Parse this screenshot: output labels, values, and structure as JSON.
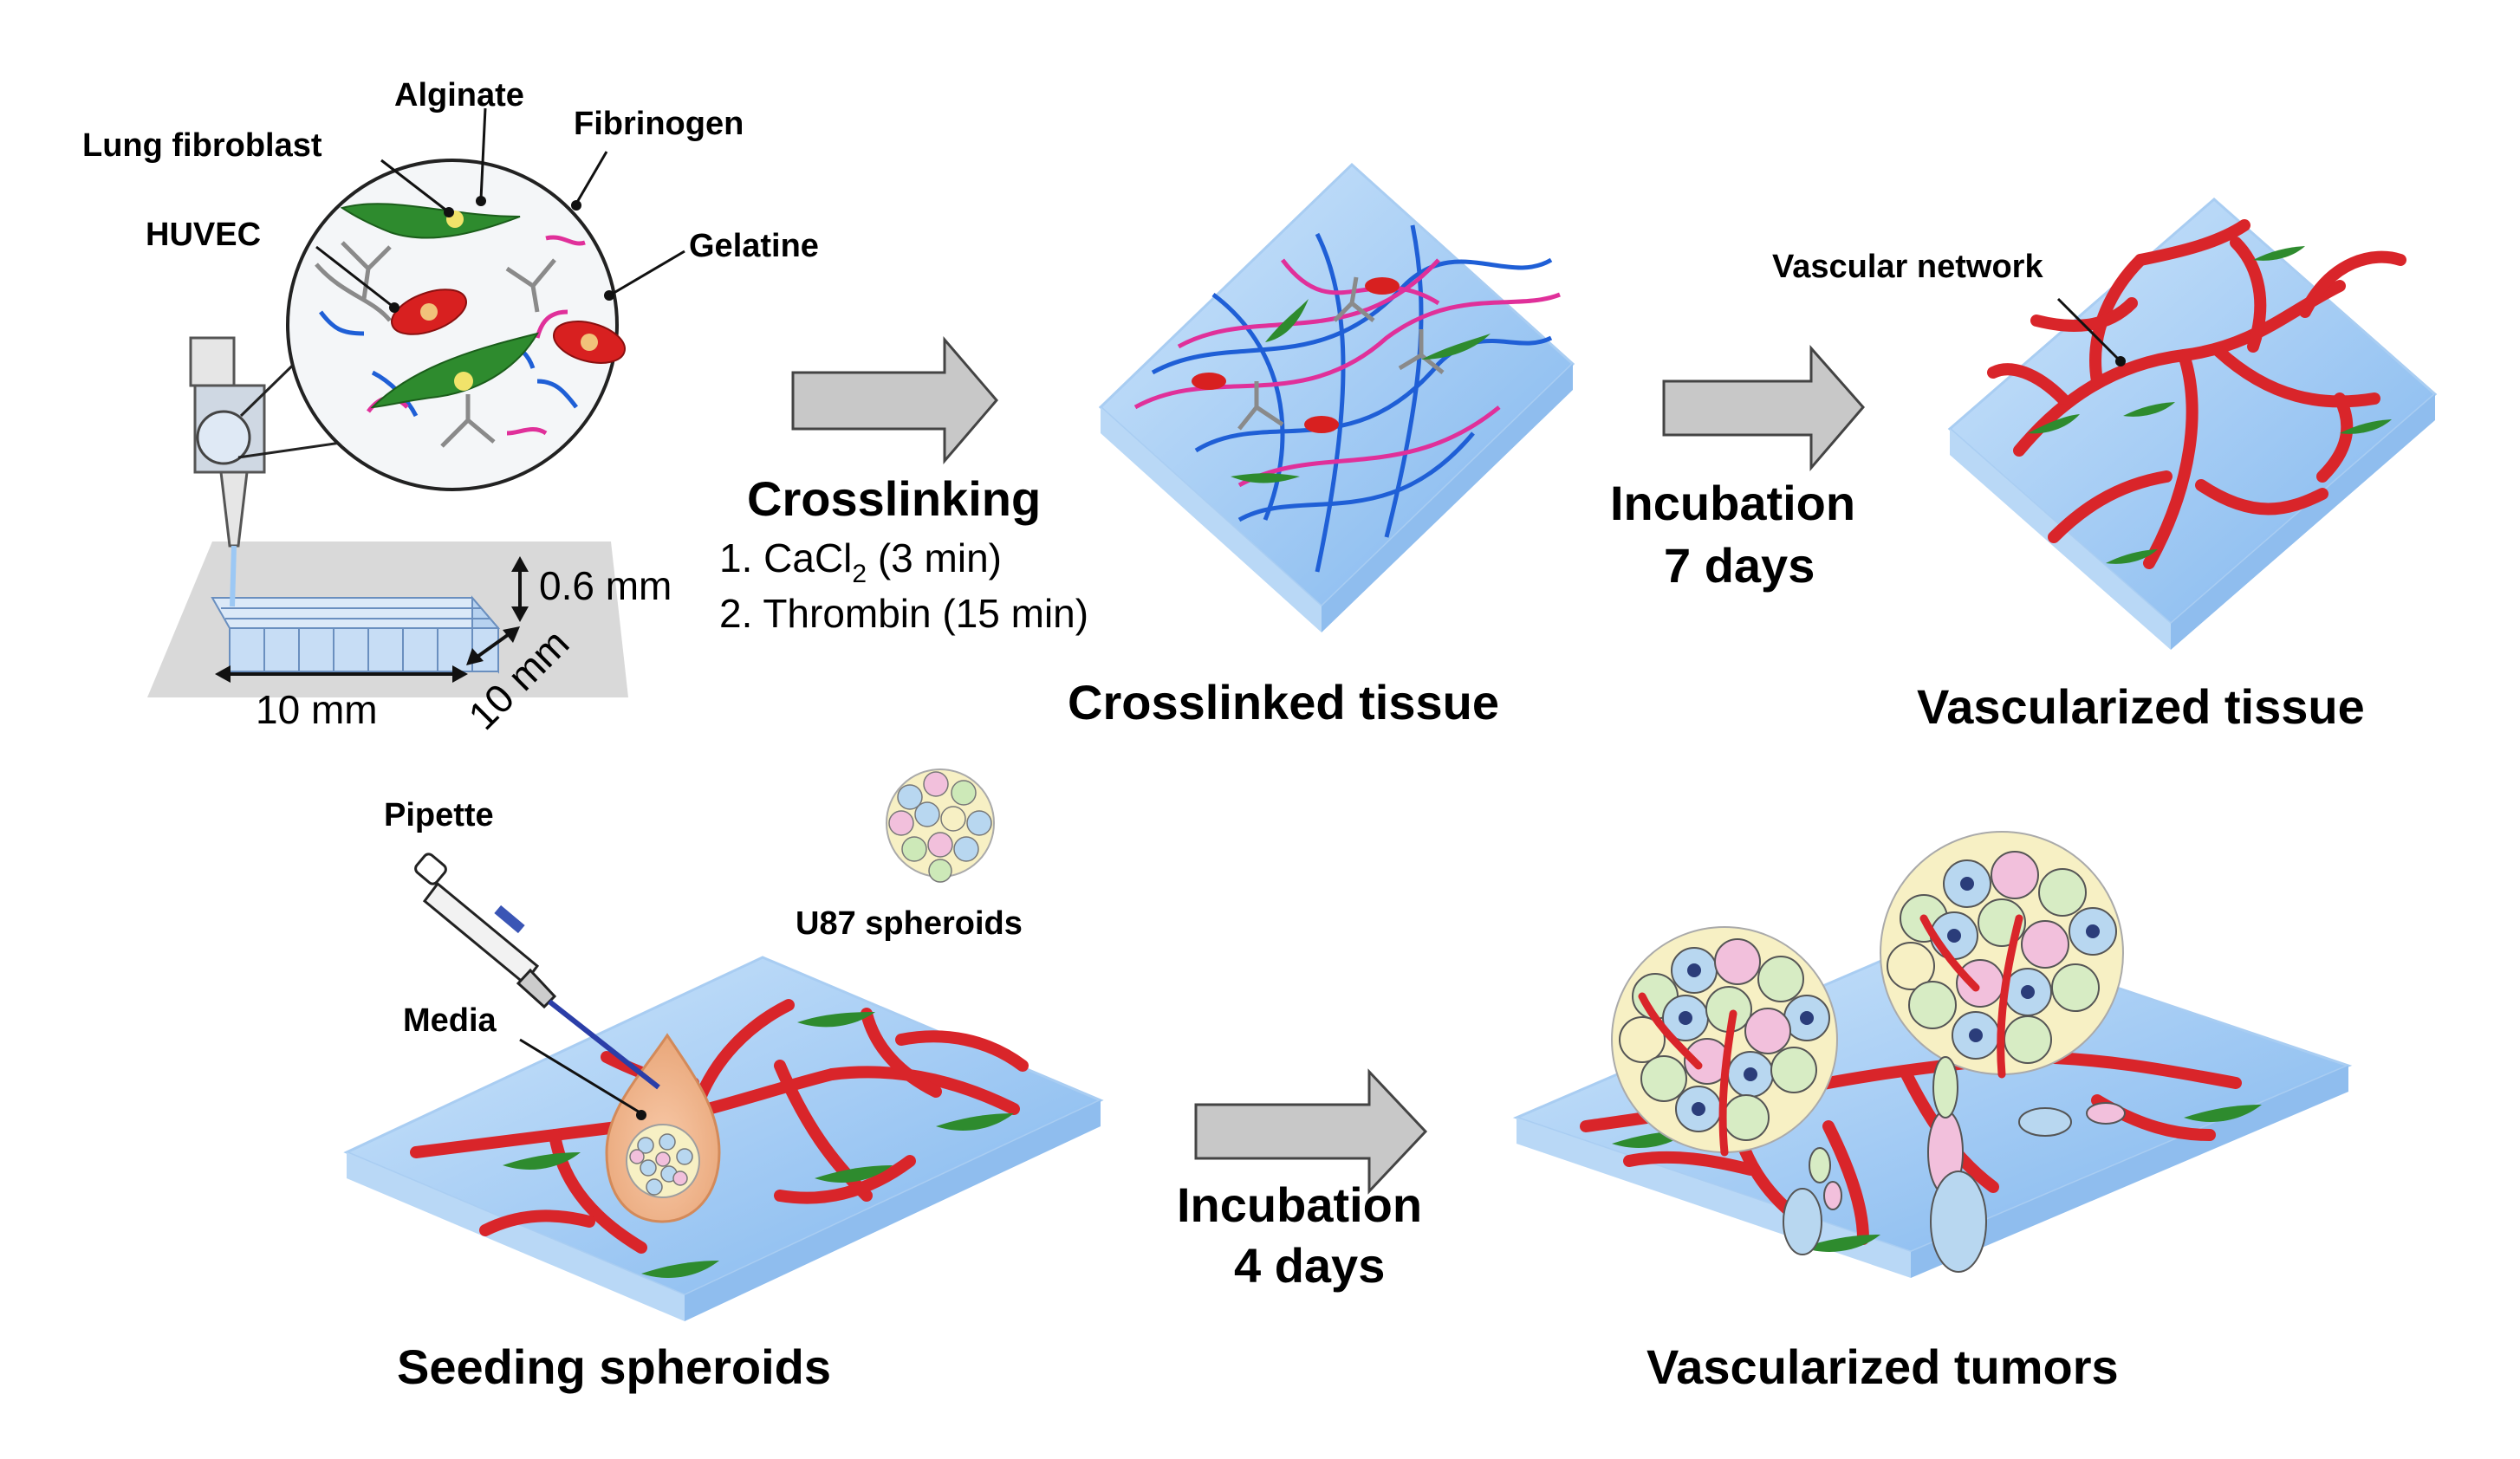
{
  "labels": {
    "alginate": "Alginate",
    "lung_fibroblast": "Lung fibroblast",
    "fibrinogen": "Fibrinogen",
    "huvec": "HUVEC",
    "gelatine": "Gelatine",
    "dim_height": "0.6 mm",
    "dim_width": "10 mm",
    "dim_depth": "10 mm",
    "vascular_network": "Vascular network",
    "pipette": "Pipette",
    "media": "Media",
    "u87_spheroids": "U87 spheroids"
  },
  "steps": {
    "crosslinking": {
      "title": "Crosslinking",
      "step1_prefix": "1. CaCl",
      "step1_sub": "2",
      "step1_suffix": " (3 min)",
      "step2": "2. Thrombin (15 min)"
    },
    "incubation1": {
      "line1": "Incubation",
      "line2": "7 days"
    },
    "incubation2": {
      "line1": "Incubation",
      "line2": "4 days"
    }
  },
  "captions": {
    "crosslinked_tissue": "Crosslinked tissue",
    "vascularized_tissue": "Vascularized tissue",
    "seeding_spheroids": "Seeding spheroids",
    "vascularized_tumors": "Vascularized tumors"
  },
  "colors": {
    "gel": "#9cc8f4",
    "vessel": "#d9252a",
    "fibroblast": "#2e8b2e",
    "huvec": "#d82020",
    "alginate_fiber": "#1f5fd6",
    "fibrinogen_fiber": "#e0309a",
    "gelatine_fiber": "#8a8a8a",
    "arrow": "#c8c8c8"
  }
}
